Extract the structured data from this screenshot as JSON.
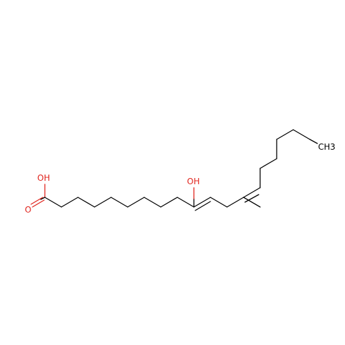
{
  "molecule": {
    "colors": {
      "carbon_bond": "#000000",
      "oxygen": "#e0231c",
      "background": "#ffffff"
    },
    "labels": {
      "acid_oh": "OH",
      "acid_o": "O",
      "hydroxyl_oh": "OH",
      "terminal_methyl": "CH3"
    }
  }
}
